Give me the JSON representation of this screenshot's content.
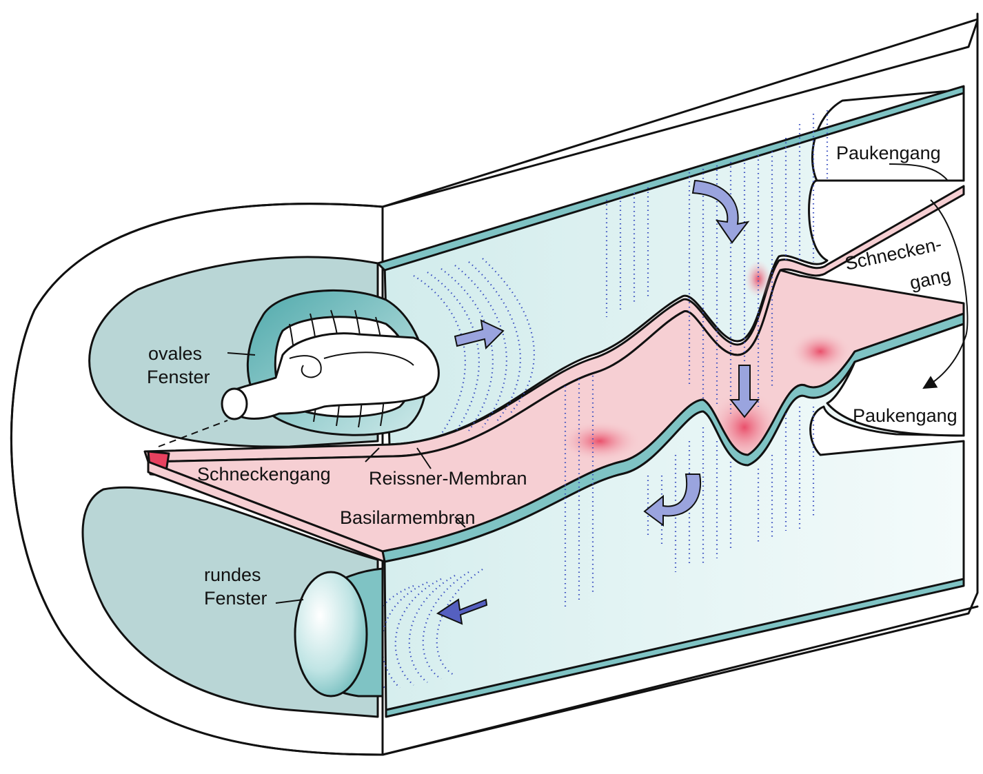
{
  "labels": {
    "ovales_fenster": [
      "ovales",
      "Fenster"
    ],
    "rundes_fenster": [
      "rundes",
      "Fenster"
    ],
    "schneckengang_left": "Schneckengang",
    "reissner_membran": "Reissner-Membran",
    "basilarmembran": "Basilarmembran",
    "paukengang_top": "Paukengang",
    "schneckengang_right": [
      "Schnecken-",
      "gang"
    ],
    "paukengang_bottom": "Paukengang"
  },
  "colors": {
    "teal_wall": "#b9d6d6",
    "teal_dark": "#5fb0b2",
    "pink": "#f6cfd3",
    "pink_hot": "#e8415f",
    "blue_dots": "#3a4fc0",
    "arrow_light": "#9aa4de",
    "arrow_dark": "#5560c0"
  }
}
